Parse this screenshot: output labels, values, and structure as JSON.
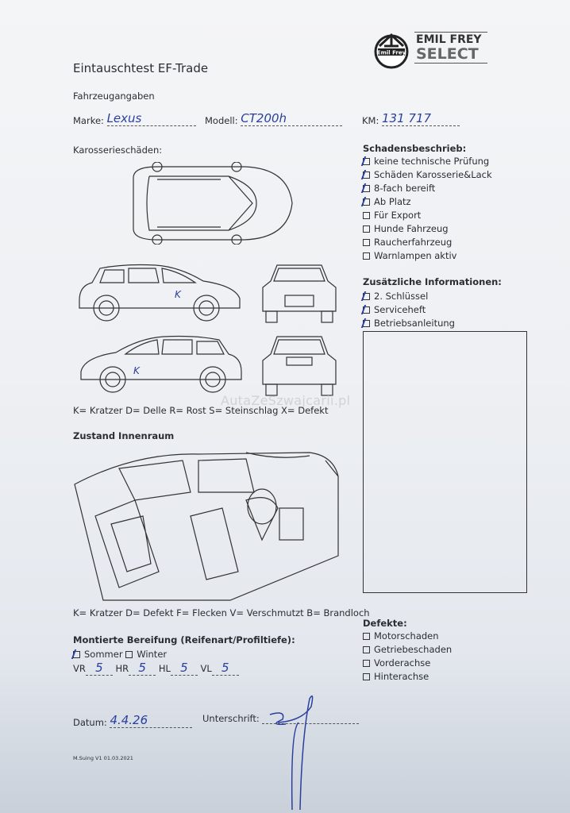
{
  "logo": {
    "seal_text": "Emil Frey",
    "brand_line1": "EMIL FREY",
    "brand_line2": "SELECT"
  },
  "title": "Eintauschtest EF-Trade",
  "vehicle": {
    "heading": "Fahrzeugangaben",
    "make_label": "Marke:",
    "make_value": "Lexus",
    "model_label": "Modell:",
    "model_value": "CT200h",
    "km_label": "KM:",
    "km_value": "131 717"
  },
  "body_damage": {
    "heading": "Karosserieschäden:",
    "marks": [
      "K",
      "K"
    ],
    "legend": "K= Kratzer D= Delle R= Rost S= Steinschlag X= Defekt"
  },
  "interior": {
    "heading": "Zustand Innenraum",
    "legend": "K= Kratzer D= Defekt F= Flecken V= Verschmutzt B= Brandloch"
  },
  "damage_description": {
    "heading": "Schadensbeschrieb:",
    "items": [
      {
        "label": "keine technische Prüfung",
        "checked": true
      },
      {
        "label": "Schäden Karosserie&Lack",
        "checked": true
      },
      {
        "label": "8-fach bereift",
        "checked": true
      },
      {
        "label": "Ab Platz",
        "checked": true
      },
      {
        "label": "Für Export",
        "checked": false
      },
      {
        "label": "Hunde Fahrzeug",
        "checked": false
      },
      {
        "label": "Raucherfahrzeug",
        "checked": false
      },
      {
        "label": "Warnlampen aktiv",
        "checked": false
      }
    ]
  },
  "additional_info": {
    "heading": "Zusätzliche Informationen:",
    "items": [
      {
        "label": "2. Schlüssel",
        "checked": true
      },
      {
        "label": "Serviceheft",
        "checked": true
      },
      {
        "label": "Betriebsanleitung",
        "checked": true
      }
    ]
  },
  "defects": {
    "heading": "Defekte:",
    "items": [
      {
        "label": "Motorschaden",
        "checked": false
      },
      {
        "label": "Getriebeschaden",
        "checked": false
      },
      {
        "label": "Vorderachse",
        "checked": false
      },
      {
        "label": "Hinterachse",
        "checked": false
      }
    ]
  },
  "tires": {
    "heading": "Montierte Bereifung (Reifenart/Profiltiefe):",
    "summer_label": "Sommer",
    "summer_checked": true,
    "winter_label": "Winter",
    "winter_checked": false,
    "depths": [
      {
        "label": "VR",
        "value": "5"
      },
      {
        "label": "HR",
        "value": "5"
      },
      {
        "label": "HL",
        "value": "5"
      },
      {
        "label": "VL",
        "value": "5"
      }
    ]
  },
  "date": {
    "label": "Datum:",
    "value": "4.4.26"
  },
  "signature": {
    "label": "Unterschrift:"
  },
  "footer": "M.Suing V1 01.03.2021",
  "watermark": "AutaZeSzwajcarii.pl"
}
